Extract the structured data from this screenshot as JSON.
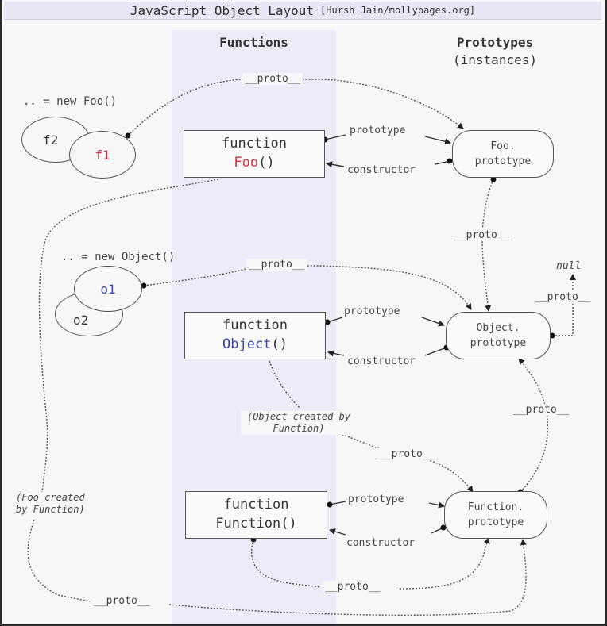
{
  "title": {
    "main": "JavaScript Object Layout",
    "attribution": "[Hursh Jain/mollypages.org]"
  },
  "columns": {
    "functions": "Functions",
    "prototypes": "Prototypes",
    "prototypes_sub": "(instances)"
  },
  "instances": {
    "foo_label": ".. = new Foo()",
    "object_label": ".. = new Object()",
    "f1": "f1",
    "f2": "f2",
    "o1": "o1",
    "o2": "o2"
  },
  "functions": {
    "foo": {
      "keyword": "function",
      "name": "Foo",
      "parens": "()"
    },
    "object": {
      "keyword": "function",
      "name": "Object",
      "parens": "()"
    },
    "function": {
      "keyword": "function",
      "name": "Function()"
    }
  },
  "prototypes": {
    "foo": {
      "line1": "Foo.",
      "line2": "prototype"
    },
    "object": {
      "line1": "Object.",
      "line2": "prototype"
    },
    "function": {
      "line1": "Function.",
      "line2": "prototype"
    }
  },
  "edge_labels": {
    "proto": "__proto__",
    "prototype": "prototype",
    "constructor": "constructor",
    "null": "null",
    "object_created_by_function": "(Object created by Function)",
    "object_created_line1": "(Object created by",
    "object_created_line2": "Function)",
    "foo_created_line1": "(Foo created",
    "foo_created_line2": "by Function)"
  },
  "colors": {
    "foo_accent": "#d0303a",
    "object_accent": "#3a44b0",
    "functions_column_bg": "#ececf8"
  }
}
